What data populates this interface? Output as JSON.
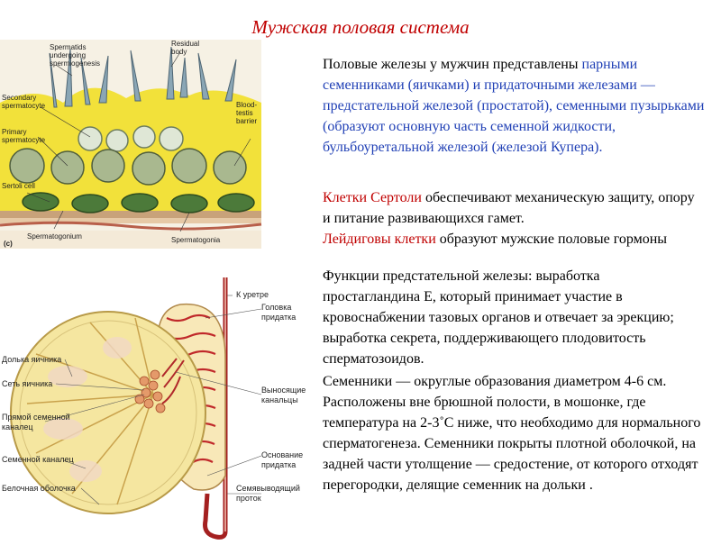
{
  "title": "Мужская половая система",
  "intro": {
    "lead": "Половые железы у мужчин представлены ",
    "blue": "парными семенниками (яичками) и придаточными железами — предстательной железой (простатой), семенными пузырьками (образуют основную часть семенной жидкости, бульбоуретальной железой (железой Купера)."
  },
  "sertoli": {
    "term1": "Клетки Сертоли",
    "text1": " обеспечивают механическую защиту, опору и питание развивающихся гамет.",
    "term2": "Лейдиговы клетки",
    "text2": " образуют мужские половые гормоны"
  },
  "prostate_paragraph": "Функции предстательной железы: выработка простагландина Е,  который принимает участие в кровоснабжении тазовых органов и отвечает за эрекцию; выработка секрета, поддерживающего плодовитость сперматозоидов.",
  "testes_paragraph": "Семенники — округлые образования диаметром 4-6 см. Расположены вне брюшной полости, в мошонке, где температура на 2-3˚С ниже, что необходимо для нормального сперматогенеза. Семенники покрыты плотной оболочкой, на задней части утолщение — средостение, от которого отходят перегородки, делящие семенник на дольки .",
  "figure_top": {
    "labels": {
      "spermatids": "Spermatids undergoing spermiogenesis",
      "residual": "Residual body",
      "secondary": "Secondary spermatocyte",
      "primary": "Primary spermatocyte",
      "sertoli": "Sertoli cell",
      "barrier": "Blood-testis barrier",
      "spermatogonium": "Spermatogonium",
      "spermatogonia": "Spermatogonia",
      "panel": "(c)"
    }
  },
  "figure_bottom": {
    "labels": {
      "urethra": "К уретре",
      "head": "Головка придатка",
      "lobule": "Долька яичника",
      "rete": "Сеть яичника",
      "straight": "Прямой семенной каналец",
      "efferent": "Выносящие канальцы",
      "tubule": "Семенной каналец",
      "base": "Основание придатка",
      "albuginea": "Белочная оболочка",
      "duct": "Семявыводящий проток"
    }
  }
}
